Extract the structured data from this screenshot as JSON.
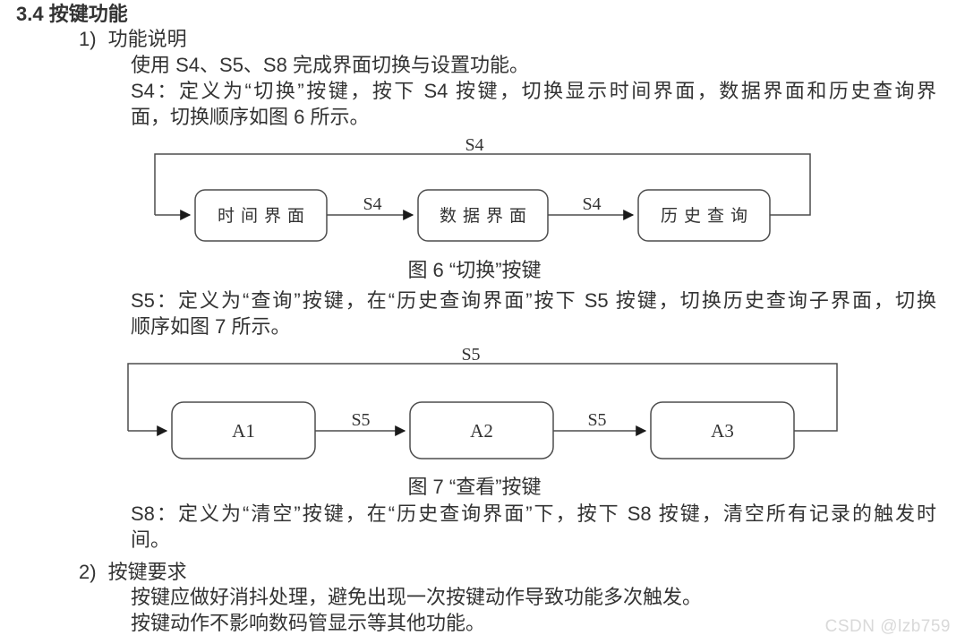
{
  "colors": {
    "text": "#333333",
    "diagram_line": "#4d4d4d",
    "watermark_text": "#d9d9d9",
    "background": "#ffffff"
  },
  "document": {
    "heading": "3.4 按键功能",
    "section1": {
      "label_num": "1)",
      "label_text": "功能说明",
      "line1": "使用 S4、S5、S8 完成界面切换与设置功能。",
      "line2": "S4：定义为“切换”按键，按下 S4 按键，切换显示时间界面，数据界面和历史查询界",
      "line3": "面，切换顺序如图 6 所示。",
      "line4": "S5：定义为“查询”按键，在“历史查询界面”按下 S5 按键，切换历史查询子界面，切换",
      "line5": "顺序如图 7 所示。",
      "line6": "S8：定义为“清空”按键，在“历史查询界面”下，按下 S8 按键，清空所有记录的触发时",
      "line7": "间。"
    },
    "section2": {
      "label_num": "2)",
      "label_text": "按键要求",
      "line1": "按键应做好消抖处理，避免出现一次按键动作导致功能多次触发。",
      "line2": "按键动作不影响数码管显示等其他功能。"
    }
  },
  "figure6": {
    "caption": "图 6 “切换”按键",
    "loop_label": "S4",
    "nodes": {
      "0": "时间界面",
      "1": "数据界面",
      "2": "历史查询"
    },
    "edges": {
      "0": "S4",
      "1": "S4"
    }
  },
  "figure7": {
    "caption": "图 7 “查看”按键",
    "loop_label": "S5",
    "nodes": {
      "0": "A1",
      "1": "A2",
      "2": "A3"
    },
    "edges": {
      "0": "S5",
      "1": "S5"
    }
  },
  "watermark": "CSDN @lzb759"
}
